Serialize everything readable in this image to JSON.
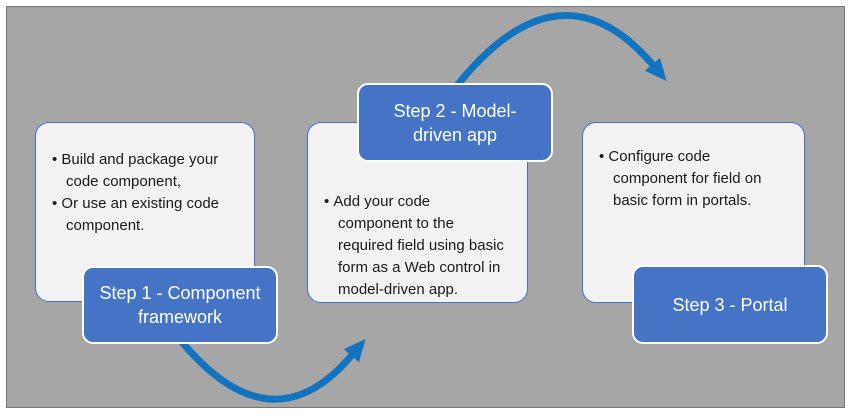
{
  "diagram": {
    "colors": {
      "canvas_background": "#a6a6a6",
      "canvas_border": "#757575",
      "card_fill": "#f2f2f2",
      "card_border": "#4472c4",
      "step_label_fill": "#4574c6",
      "step_label_text": "#ffffff",
      "arrow": "#1274be",
      "body_text": "#1a1a1a"
    },
    "steps": [
      {
        "label": "Step 1 - Component\nframework",
        "bullets": [
          "Build and package your\ncode component,",
          "Or use an existing code\ncomponent."
        ]
      },
      {
        "label": "Step 2 - Model-\ndriven app",
        "bullets": [
          "Add your code\ncomponent to the\nrequired field using basic\nform as a Web control in\nmodel-driven app."
        ]
      },
      {
        "label": "Step 3 - Portal",
        "bullets": [
          "Configure code\ncomponent for field on\nbasic form in portals."
        ]
      }
    ],
    "arrows": [
      {
        "name": "arrow-step1-to-step2"
      },
      {
        "name": "arrow-step2-to-step3"
      }
    ]
  }
}
